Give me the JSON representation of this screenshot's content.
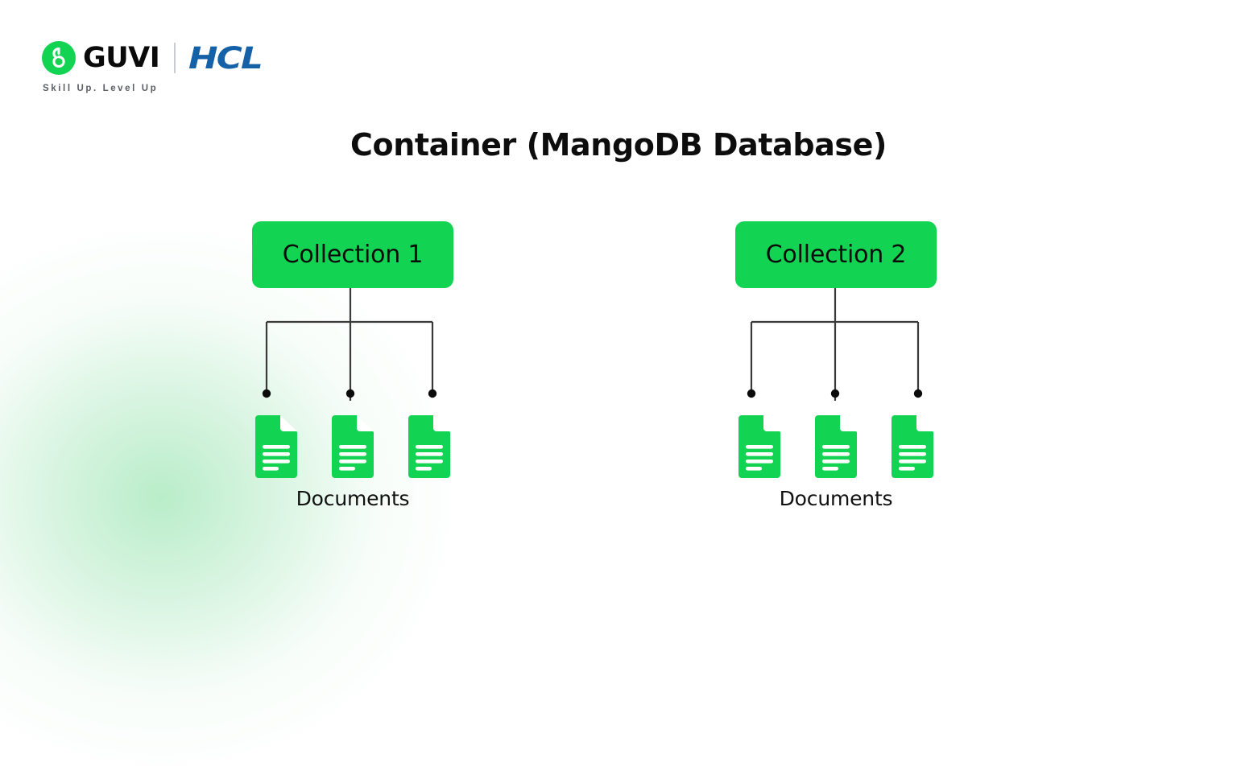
{
  "brand": {
    "logo_icon": "guvi-circle-g-logo",
    "name": "GUVI",
    "partner": "HCL",
    "tagline": "Skill Up. Level Up",
    "guvi_green": "#12D452",
    "hcl_blue": "#1461A8"
  },
  "title": "Container (MangoDB Database)",
  "theme": {
    "accent_green": "#12D452",
    "line_color": "#3a3a3a",
    "text_color": "#0d0d0d",
    "background": "#FFFFFF",
    "glow_green": "#8EE2A8"
  },
  "diagram": {
    "type": "tree",
    "collections": [
      {
        "label": "Collection 1",
        "documents_label": "Documents",
        "document_count": 3,
        "documents": [
          {
            "icon": "document-icon"
          },
          {
            "icon": "document-icon"
          },
          {
            "icon": "document-icon"
          }
        ]
      },
      {
        "label": "Collection 2",
        "documents_label": "Documents",
        "document_count": 3,
        "documents": [
          {
            "icon": "document-icon"
          },
          {
            "icon": "document-icon"
          },
          {
            "icon": "document-icon"
          }
        ]
      }
    ]
  }
}
